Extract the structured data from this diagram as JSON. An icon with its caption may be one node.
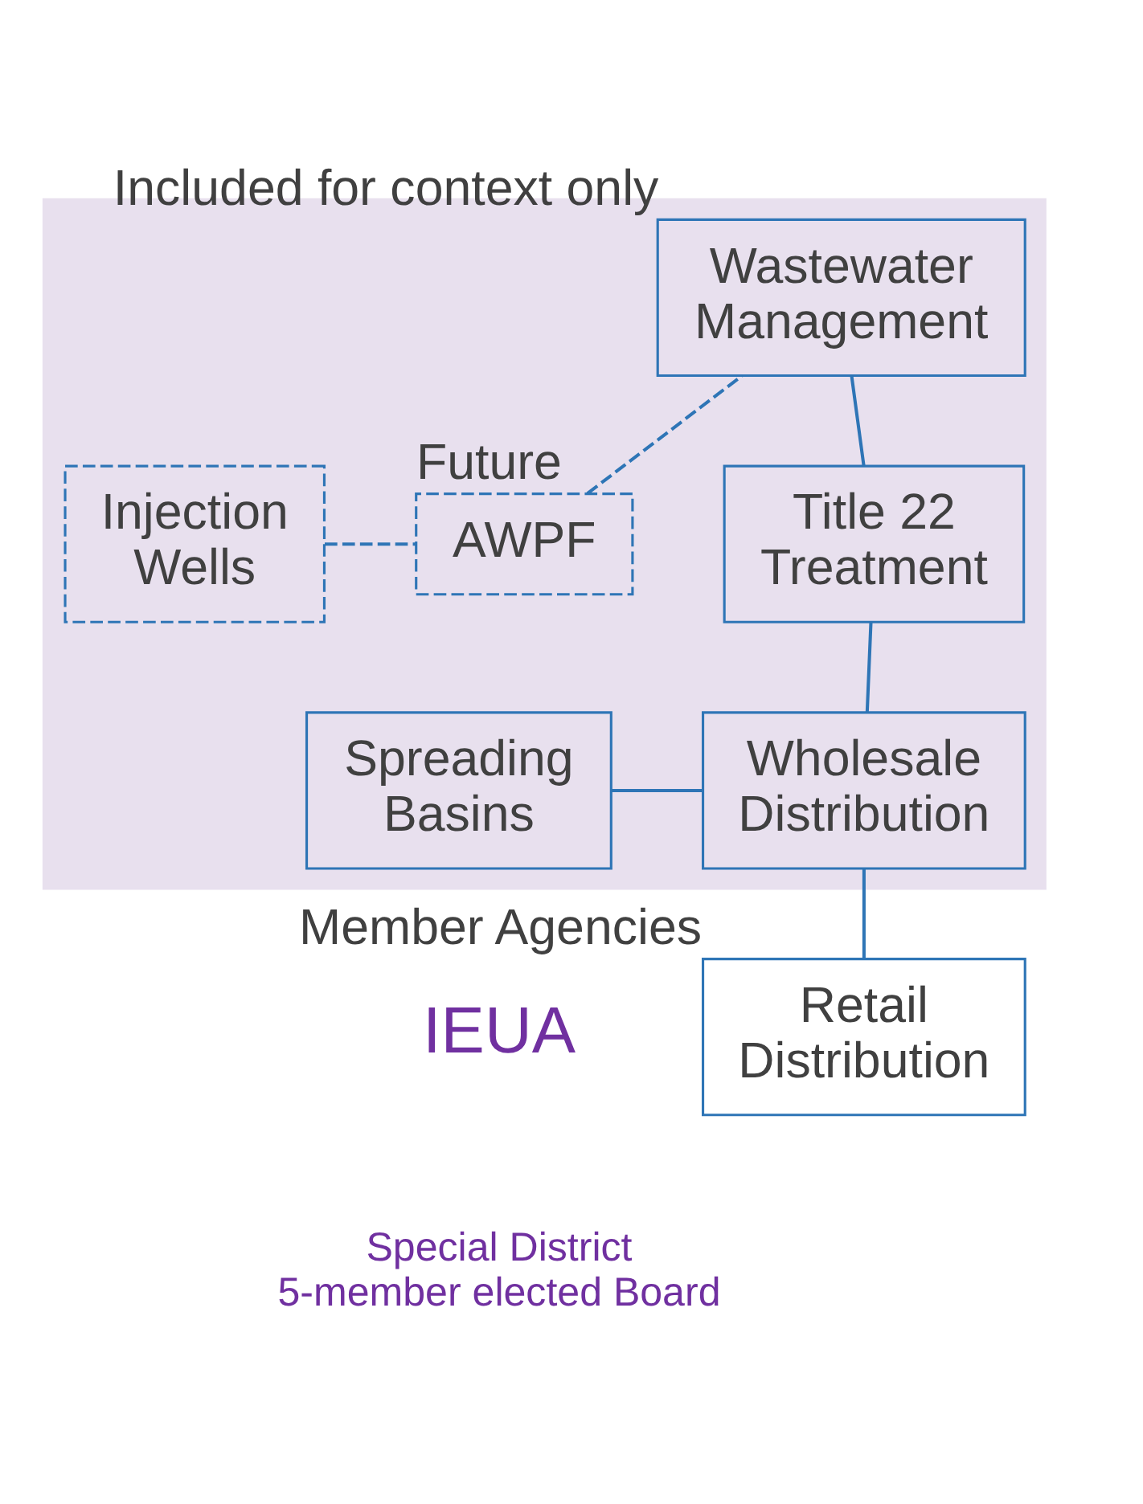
{
  "diagram": {
    "nodes": [
      {
        "text": [],
        "shape": "box"
      },
      {
        "text": [
          "Wastewater Management"
        ],
        "beside": [
          "Included for context only"
        ],
        "in": 0
      },
      {
        "text": [
          "Injection Wells"
        ],
        "in": 0
      },
      {
        "text": [
          "AWPF"
        ],
        "beside": [
          "Future"
        ],
        "in": 0
      },
      {
        "text": [
          "Title 22 Treatment"
        ],
        "in": 0
      },
      {
        "text": [
          "Spreading Basins"
        ],
        "in": 0
      },
      {
        "text": [
          "Wholesale Distribution"
        ],
        "in": 0
      },
      {
        "text": [
          "Retail Distribution"
        ],
        "beside": [
          "Member Agencies"
        ]
      }
    ],
    "edges": [
      {
        "from": 1,
        "to": 4,
        "arrow": "none"
      },
      {
        "from": 2,
        "to": 3,
        "arrow": "none",
        "style": "dashed"
      },
      {
        "from": 3,
        "to": 1,
        "arrow": "none",
        "style": "dashed"
      },
      {
        "from": 4,
        "to": 6,
        "arrow": "none"
      },
      {
        "from": 5,
        "to": 6,
        "arrow": "none"
      },
      {
        "from": 6,
        "to": 7,
        "arrow": "none"
      }
    ],
    "labels": [
      "IEUA",
      "Special District 5-member elected Board"
    ]
  }
}
